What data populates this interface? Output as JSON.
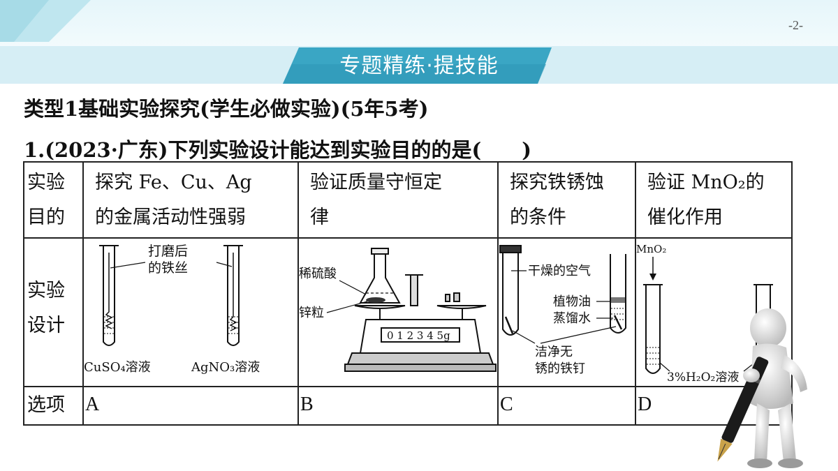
{
  "page_number": "-2-",
  "banner_title": "专题精练·提技能",
  "section_title": "类型1基础实验探究(学生必做实验)(5年5考)",
  "question": "1.(2023·广东)下列实验设计能达到实验目的的是(　　)",
  "table": {
    "row_headers": {
      "purpose": [
        "实验",
        "目的"
      ],
      "design": [
        "实验",
        "设计"
      ],
      "option": "选项"
    },
    "purposes": {
      "A": [
        "探究 Fe、Cu、Ag",
        "的金属活动性强弱"
      ],
      "B": [
        "验证质量守恒定",
        "律"
      ],
      "C": [
        "探究铁锈蚀",
        "的条件"
      ],
      "D": [
        "验证 MnO₂的",
        "催化作用"
      ]
    },
    "diagram_labels": {
      "A": {
        "wire_line1": "打磨后",
        "wire_line2": "的铁丝",
        "left_solution": "CuSO₄溶液",
        "right_solution": "AgNO₃溶液"
      },
      "B": {
        "acid": "稀硫酸",
        "zinc": "锌粒",
        "scale": "0 1 2 3 4 5g"
      },
      "C": {
        "dry_air": "干燥的空气",
        "oil": "植物油",
        "water": "蒸馏水",
        "nail_line1": "洁净无",
        "nail_line2": "锈的铁钉"
      },
      "D": {
        "catalyst": "MnO₂",
        "solution": "3%H₂O₂溶液"
      }
    },
    "options": [
      "A",
      "B",
      "C",
      "D"
    ]
  },
  "colors": {
    "banner": "#3aa6c4",
    "banner_dark": "#2b8fb0",
    "top_band": "#e6f6fa"
  }
}
